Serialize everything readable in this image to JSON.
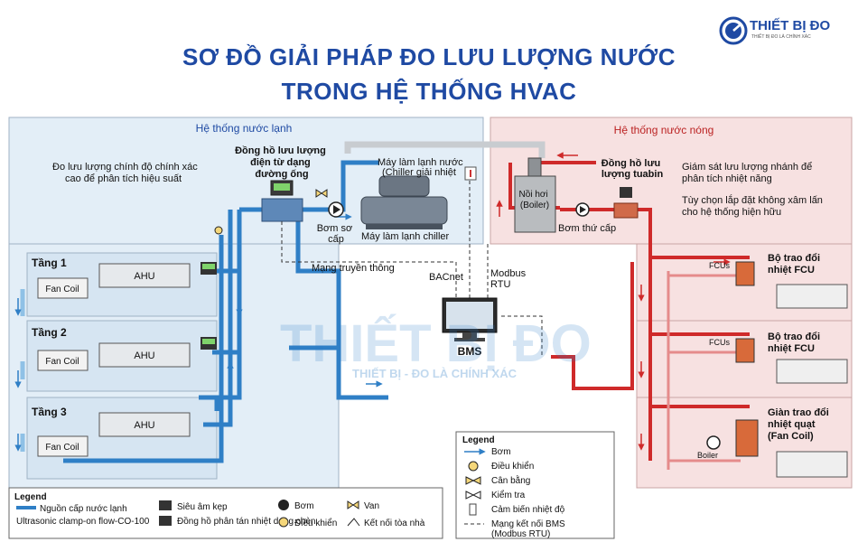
{
  "logo": {
    "name": "THIẾT BỊ ĐO",
    "tagline": "THIẾT BỊ ĐO LÀ CHÍNH XÁC"
  },
  "title": {
    "line1": "SƠ ĐỒ GIẢI PHÁP ĐO LƯU LƯỢNG NƯỚC",
    "line2": "TRONG HỆ THỐNG HVAC"
  },
  "watermark": {
    "brand": "THIẾT BỊ ĐO",
    "tagline": "THIẾT BỊ - ĐO LÀ CHÍNH XÁC"
  },
  "chilled": {
    "header": "Hệ thống nước lạnh",
    "note1": [
      "Đo lưu lượng chính độ chính xác",
      "cao để phân tích hiệu suất"
    ],
    "meter_label": [
      "Đồng hồ lưu lượng",
      "điện từ dạng",
      "đường ống"
    ],
    "chiller_top": [
      "Máy làm lạnh nước",
      "(Chiller giải nhiệt"
    ],
    "chiller_bottom": "Máy làm lạnh chiller",
    "pump_label": [
      "Bơm sơ",
      "cấp"
    ],
    "network": "Mạng truyền thông",
    "bacnet": "BACnet",
    "modbus": [
      "Modbus",
      "RTU"
    ],
    "bms": "BMS"
  },
  "hot": {
    "header": "Hệ thống nước nóng",
    "boiler": [
      "Nồi hơi",
      "(Boiler)"
    ],
    "pump2": "Bơm thứ cấp",
    "turbine": [
      "Đồng hồ lưu",
      "lượng tuabin"
    ],
    "note1": [
      "Giám sát lưu lượng nhánh để",
      "phân tích nhiệt năng"
    ],
    "note2": [
      "Tùy chọn lắp đặt không xâm lấn",
      "cho hệ thống hiện hữu"
    ],
    "fcus": "FCUs",
    "hx1": [
      "Bộ trao đổi",
      "nhiệt FCU"
    ],
    "hx2": [
      "Bộ trao đổi",
      "nhiệt FCU"
    ],
    "hx3": [
      "Giàn trao đổi",
      "nhiệt quạt",
      "(Fan Coil)"
    ],
    "boiler_small": "Boiler"
  },
  "floors": [
    {
      "label": "Tầng 1",
      "fan": "Fan Coil",
      "ahu": "AHU"
    },
    {
      "label": "Tầng 2",
      "fan": "Fan Coil",
      "ahu": "AHU"
    },
    {
      "label": "Tầng 3",
      "fan": "Fan Coil",
      "ahu": "AHU"
    }
  ],
  "legend_left": {
    "title": "Legend",
    "items": [
      "Nguồn cấp nước lạnh",
      "Siêu âm kẹp",
      "Bơm",
      "Van",
      "Ultrasonic clamp-on flow-CO-100",
      "Đồng hồ phân tán nhiệt dạng chèn",
      "Điều khiển",
      "Kết nối tòa nhà"
    ]
  },
  "legend_right": {
    "title": "Legend",
    "items": [
      "Bơm",
      "Điều khiển",
      "Cân bằng",
      "Kiểm tra",
      "Cảm biến nhiệt độ",
      "Mạng kết nối BMS",
      "(Modbus RTU)"
    ]
  },
  "colors": {
    "title": "#1f4aa3",
    "chilled_pipe": "#2f7fc6",
    "hot_pipe": "#cf2a2a",
    "chilled_bg": "#e3eef7",
    "hot_bg": "#f7e1e1"
  }
}
